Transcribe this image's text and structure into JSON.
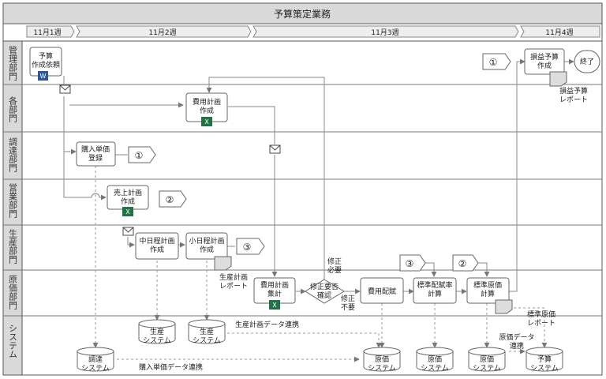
{
  "title": "予算策定業務",
  "weeks": [
    "11月1週",
    "11月2週",
    "11月3週",
    "11月4週"
  ],
  "lanes": [
    {
      "label": "管理部門"
    },
    {
      "label": "各部門"
    },
    {
      "label": "調達部門"
    },
    {
      "label": "営業部門"
    },
    {
      "label": "生産部門"
    },
    {
      "label": "原価部門"
    },
    {
      "label": "システム"
    }
  ],
  "nodes": {
    "budget_request": {
      "lines": [
        "予算",
        "作成依頼"
      ]
    },
    "pl_budget": {
      "lines": [
        "損益予算",
        "作成"
      ]
    },
    "end": {
      "label": "終了"
    },
    "cost_plan": {
      "lines": [
        "費用計画",
        "作成"
      ]
    },
    "purchase_price": {
      "lines": [
        "購入単価",
        "登録"
      ]
    },
    "sales_plan": {
      "lines": [
        "売上計画",
        "作成"
      ]
    },
    "mid_plan": {
      "lines": [
        "中日程計画",
        "作成"
      ]
    },
    "short_plan": {
      "lines": [
        "小日程計画",
        "作成"
      ]
    },
    "cost_total": {
      "lines": [
        "費用計画",
        "集計"
      ]
    },
    "revision_check": {
      "lines": [
        "修正要否",
        "確認"
      ]
    },
    "cost_alloc": {
      "lines": [
        "費用配賦"
      ]
    },
    "std_rate": {
      "lines": [
        "標準配賦率",
        "計算"
      ]
    },
    "std_cost": {
      "lines": [
        "標準原価",
        "計算"
      ]
    }
  },
  "connectors": {
    "c1_mgmt": "①",
    "c1_proc": "①",
    "c2_sales": "②",
    "c2_cost": "②",
    "c3_prod": "③",
    "c3_cost": "③"
  },
  "documents": {
    "pl_report": {
      "lines": [
        "損益予算",
        "レポート"
      ]
    },
    "prod_report": {
      "lines": [
        "生産計画",
        "レポート"
      ]
    },
    "std_cost_report": {
      "lines": [
        "標準原価",
        "レポート"
      ]
    }
  },
  "systems": {
    "prod1": {
      "lines": [
        "生産",
        "システム"
      ]
    },
    "prod2": {
      "lines": [
        "生産",
        "システム"
      ]
    },
    "procure": {
      "lines": [
        "調達",
        "システム"
      ]
    },
    "cost1": {
      "lines": [
        "原価",
        "システム"
      ]
    },
    "cost2": {
      "lines": [
        "原価",
        "システム"
      ]
    },
    "cost3": {
      "lines": [
        "原価",
        "システム"
      ]
    },
    "budget": {
      "lines": [
        "予算",
        "システム"
      ]
    }
  },
  "edge_labels": {
    "needs_fix": {
      "lines": [
        "修正",
        "必要"
      ]
    },
    "no_fix": {
      "lines": [
        "修正",
        "不要"
      ]
    },
    "prod_link": "生産計画データ連携",
    "price_link": "購入単価データ連携",
    "cost_link": {
      "lines": [
        "原価データ",
        "連携"
      ]
    }
  },
  "colors": {
    "frame": "#555555",
    "lane_fill": "#d9d9d9",
    "excel_green": "#217346",
    "word_blue": "#2b579a"
  }
}
